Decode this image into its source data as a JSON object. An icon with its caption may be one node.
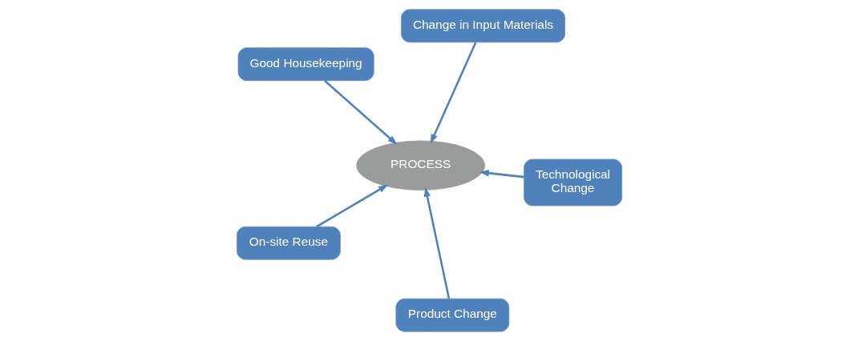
{
  "diagram": {
    "nodes": [
      {
        "text": [
          "Good Housekeeping"
        ]
      },
      {
        "text": [
          "Technological Change"
        ]
      },
      {
        "text": [
          "Product Change"
        ]
      },
      {
        "text": [
          "PROCESS"
        ]
      },
      {
        "text": [
          "Change in Input Materials"
        ]
      },
      {
        "text": [
          "On-site Reuse"
        ]
      }
    ],
    "edges": [
      {
        "from": 0,
        "to": 3,
        "arrow": "to"
      },
      {
        "from": 1,
        "to": 3,
        "arrow": "to"
      },
      {
        "from": 2,
        "to": 3,
        "arrow": "to"
      },
      {
        "from": 4,
        "to": 3,
        "arrow": "to"
      },
      {
        "from": 5,
        "to": 3,
        "arrow": "to"
      }
    ]
  }
}
